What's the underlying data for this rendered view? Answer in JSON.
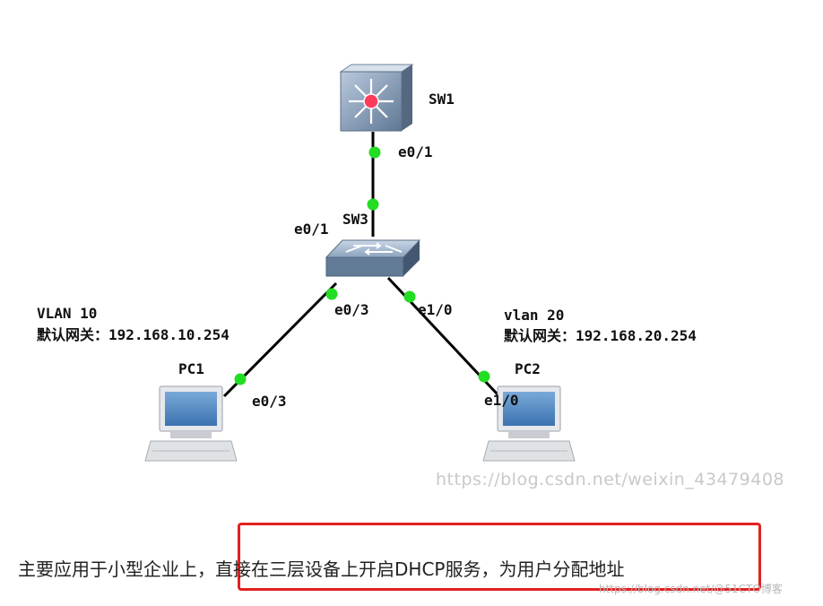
{
  "devices": {
    "sw1": {
      "label": "SW1"
    },
    "sw3": {
      "label": "SW3"
    },
    "pc1": {
      "label": "PC1"
    },
    "pc2": {
      "label": "PC2"
    }
  },
  "ports": {
    "sw1_e0_1": "e0/1",
    "sw3_e0_1": "e0/1",
    "sw3_e0_3": "e0/3",
    "sw3_e1_0": "e1/0",
    "pc1_e0_3": "e0/3",
    "pc2_e1_0": "e1/0"
  },
  "vlans": {
    "left": {
      "name": "VLAN 10",
      "gateway": "默认网关：192.168.10.254"
    },
    "right": {
      "name": "vlan 20",
      "gateway": "默认网关：192.168.20.254"
    }
  },
  "caption": {
    "text": "主要应用于小型企业上，直接在三层设备上开启DHCP服务，为用户分配地址"
  },
  "watermarks": {
    "main": "https://blog.csdn.net/weixin_43479408",
    "corner": "https://blog.csdn.net/@51CTO博客"
  },
  "colors": {
    "link": "#000000",
    "port_dot": "#22dd22",
    "highlight": "#e32020"
  }
}
